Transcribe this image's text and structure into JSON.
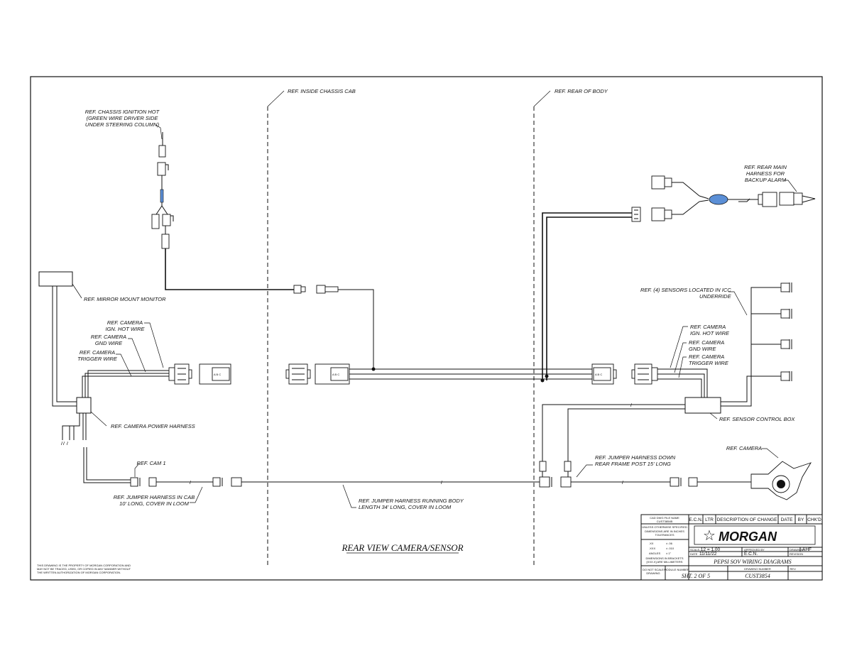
{
  "labels": {
    "chassis_ignition": [
      "REF. CHASSIS IGNITION HOT",
      "(GREEN WIRE DRIVER SIDE",
      "UNDER STEERING COLUMN)"
    ],
    "inside_cab": "REF. INSIDE CHASSIS CAB",
    "rear_body": "REF. REAR OF BODY",
    "rear_main_harness": [
      "REF. REAR MAIN",
      "HARNESS FOR",
      "BACKUP ALARM"
    ],
    "mirror_monitor": "REF. MIRROR MOUNT MONITOR",
    "left_cam_ign": [
      "REF. CAMERA",
      "IGN. HOT WIRE"
    ],
    "left_cam_gnd": [
      "REF. CAMERA",
      "GND WIRE"
    ],
    "left_cam_trig": [
      "REF. CAMERA",
      "TRIGGER WIRE"
    ],
    "sensors_icc": [
      "REF. (4) SENSORS LOCATED IN ICC",
      "UNDERRIDE"
    ],
    "right_cam_ign": [
      "REF. CAMERA",
      "IGN. HOT WIRE"
    ],
    "right_cam_gnd": [
      "REF. CAMERA",
      "GND WIRE"
    ],
    "right_cam_trig": [
      "REF. CAMERA",
      "TRIGGER WIRE"
    ],
    "power_harness": "REF. CAMERA POWER HARNESS",
    "sensor_box": "REF. SENSOR CONTROL BOX",
    "cam1": "REF. CAM 1",
    "jumper_down": [
      "REF. JUMPER HARNESS DOWN",
      "REAR FRAME POST 15' LONG"
    ],
    "camera": "REF. CAMERA",
    "jumper_cab": [
      "REF. JUMPER HARNESS IN CAB",
      "10' LONG, COVER IN LOOM"
    ],
    "jumper_body": [
      "REF. JUMPER HARNESS RUNNING BODY",
      "LENGTH 34' LONG, COVER IN LOOM"
    ],
    "connector_letters": "A B C"
  },
  "drawing_title": "REAR VIEW CAMERA/SENSOR",
  "property_note": [
    "THIS DRAWING IS THE PROPERTY OF MORGAN CORPORATION AND",
    "MAY NOT BE TRACED, USED, OR COPIED IN ANY MANNER WITHOUT",
    "THE WRITTEN AUTHORIZATION OF MORGAN CORPORATION."
  ],
  "title_block": {
    "file_name_header": "CAD DWG FILE NAME",
    "file_name": "CUST3854B",
    "tolerance_header": "UNLESS OTHERWISE SPECIFIED",
    "tolerance_units": [
      "DIMENSIONS ARE IN INCHES",
      "TOLERANCES"
    ],
    "tol_rows": [
      [
        ".XX",
        "± .06"
      ],
      [
        ".XXX",
        "± .010"
      ],
      [
        "ANGLES",
        "± 1°"
      ]
    ],
    "tol_note": [
      "DIMENSIONS IN BRACKETS",
      "[XXX.X] ARE MILLIMETERS"
    ],
    "do_not_scale": [
      "DO NOT SCALE",
      "DRAWING"
    ],
    "module_number": "MODULE NUMBER",
    "rev_headers": [
      "E.C.N.",
      "LTR",
      "DESCRIPTION OF CHANGE",
      "DATE",
      "BY",
      "CHK'D"
    ],
    "logo": "MORGAN",
    "scale_label": "SCALE",
    "scale": ".12 = 1.00",
    "approved_label": "APPROVED BY",
    "drawn_label": "DRAWN BY",
    "drawn_by": "AHF",
    "date_label": "DATE",
    "date": "11/11/22",
    "ecn_label": "E.C.N.",
    "revision_label": "REVISION",
    "drawing_desc": "PEPSI SOV WIRING DIAGRAMS",
    "sheet": "SHT. 2 OF 5",
    "drawing_number_label": "DRAWING NUMBER",
    "drawing_number": "CUST3854",
    "rev_label": "REV."
  },
  "colors": {
    "line": "#111111",
    "highlight_blue": "#5b8fd6"
  }
}
